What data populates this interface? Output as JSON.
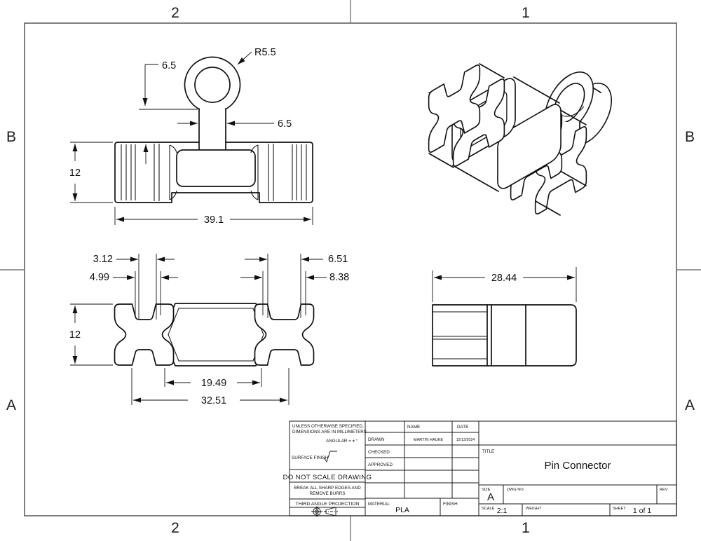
{
  "sheet": {
    "zone_cols": [
      "2",
      "1"
    ],
    "zone_rows": [
      "B",
      "A"
    ]
  },
  "views": {
    "front": {
      "dims": {
        "radius": "R5.5",
        "stem_height": "6.5",
        "stem_width": "6.5",
        "height": "12",
        "length": "39.1"
      }
    },
    "top": {
      "dims": {
        "notch_inner": "3.12",
        "notch_outer": "4.99",
        "slot_inner": "6.51",
        "slot_outer": "8.38",
        "height": "12",
        "hex_length": "19.49",
        "body_length": "32.51"
      }
    },
    "side": {
      "dims": {
        "length": "28.44"
      }
    }
  },
  "title_block": {
    "notes_line1": "UNLESS OTHERWISE SPECIFIED,",
    "notes_line2": "DIMENSIONS ARE IN MILLIMETERS",
    "angular": "ANGULAR = ± °",
    "surface_finish": "SURFACE FINISH",
    "do_not_scale": "DO NOT SCALE DRAWING",
    "deburr_line1": "BREAK ALL SHARP EDGES AND",
    "deburr_line2": "REMOVE BURRS",
    "projection": "THIRD ANGLE PROJECTION",
    "name_header": "NAME",
    "date_header": "DATE",
    "drawn_label": "DRAWN",
    "drawn_name": "MARTIN HAUKE",
    "drawn_date": "12/13/2024",
    "checked_label": "CHECKED",
    "approved_label": "APPROVED",
    "material_label": "MATERIAL",
    "material": "PLA",
    "finish_label": "FINISH",
    "title_label": "TITLE",
    "title": "Pin Connector",
    "size_label": "SIZE",
    "size": "A",
    "dwg_label": "DWG NO.",
    "rev_label": "REV",
    "scale_label": "SCALE",
    "scale": "2:1",
    "weight_label": "WEIGHT",
    "sheet_label": "SHEET",
    "sheet": "1 of 1"
  }
}
